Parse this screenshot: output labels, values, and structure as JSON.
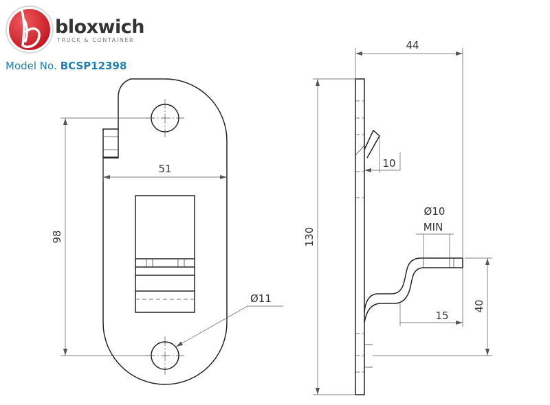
{
  "brand": {
    "name": "bloxwich",
    "tagline": "TRUCK & CONTAINER",
    "logo_letter": "b",
    "logo_color": "#e4202c"
  },
  "model": {
    "label": "Model No.",
    "number": "BCSP12398"
  },
  "dimensions": {
    "front": {
      "height": "98",
      "width": "51",
      "hole_diameter": "Ø11"
    },
    "side": {
      "overall_height": "130",
      "depth": "44",
      "hook_offset": "10",
      "pin_diameter": "Ø10",
      "pin_min": "MIN",
      "pin_length": "15",
      "pin_height": "40"
    }
  },
  "colors": {
    "brand_red": "#e4202c",
    "model_blue": "#1f7fb5",
    "line": "#222222"
  }
}
